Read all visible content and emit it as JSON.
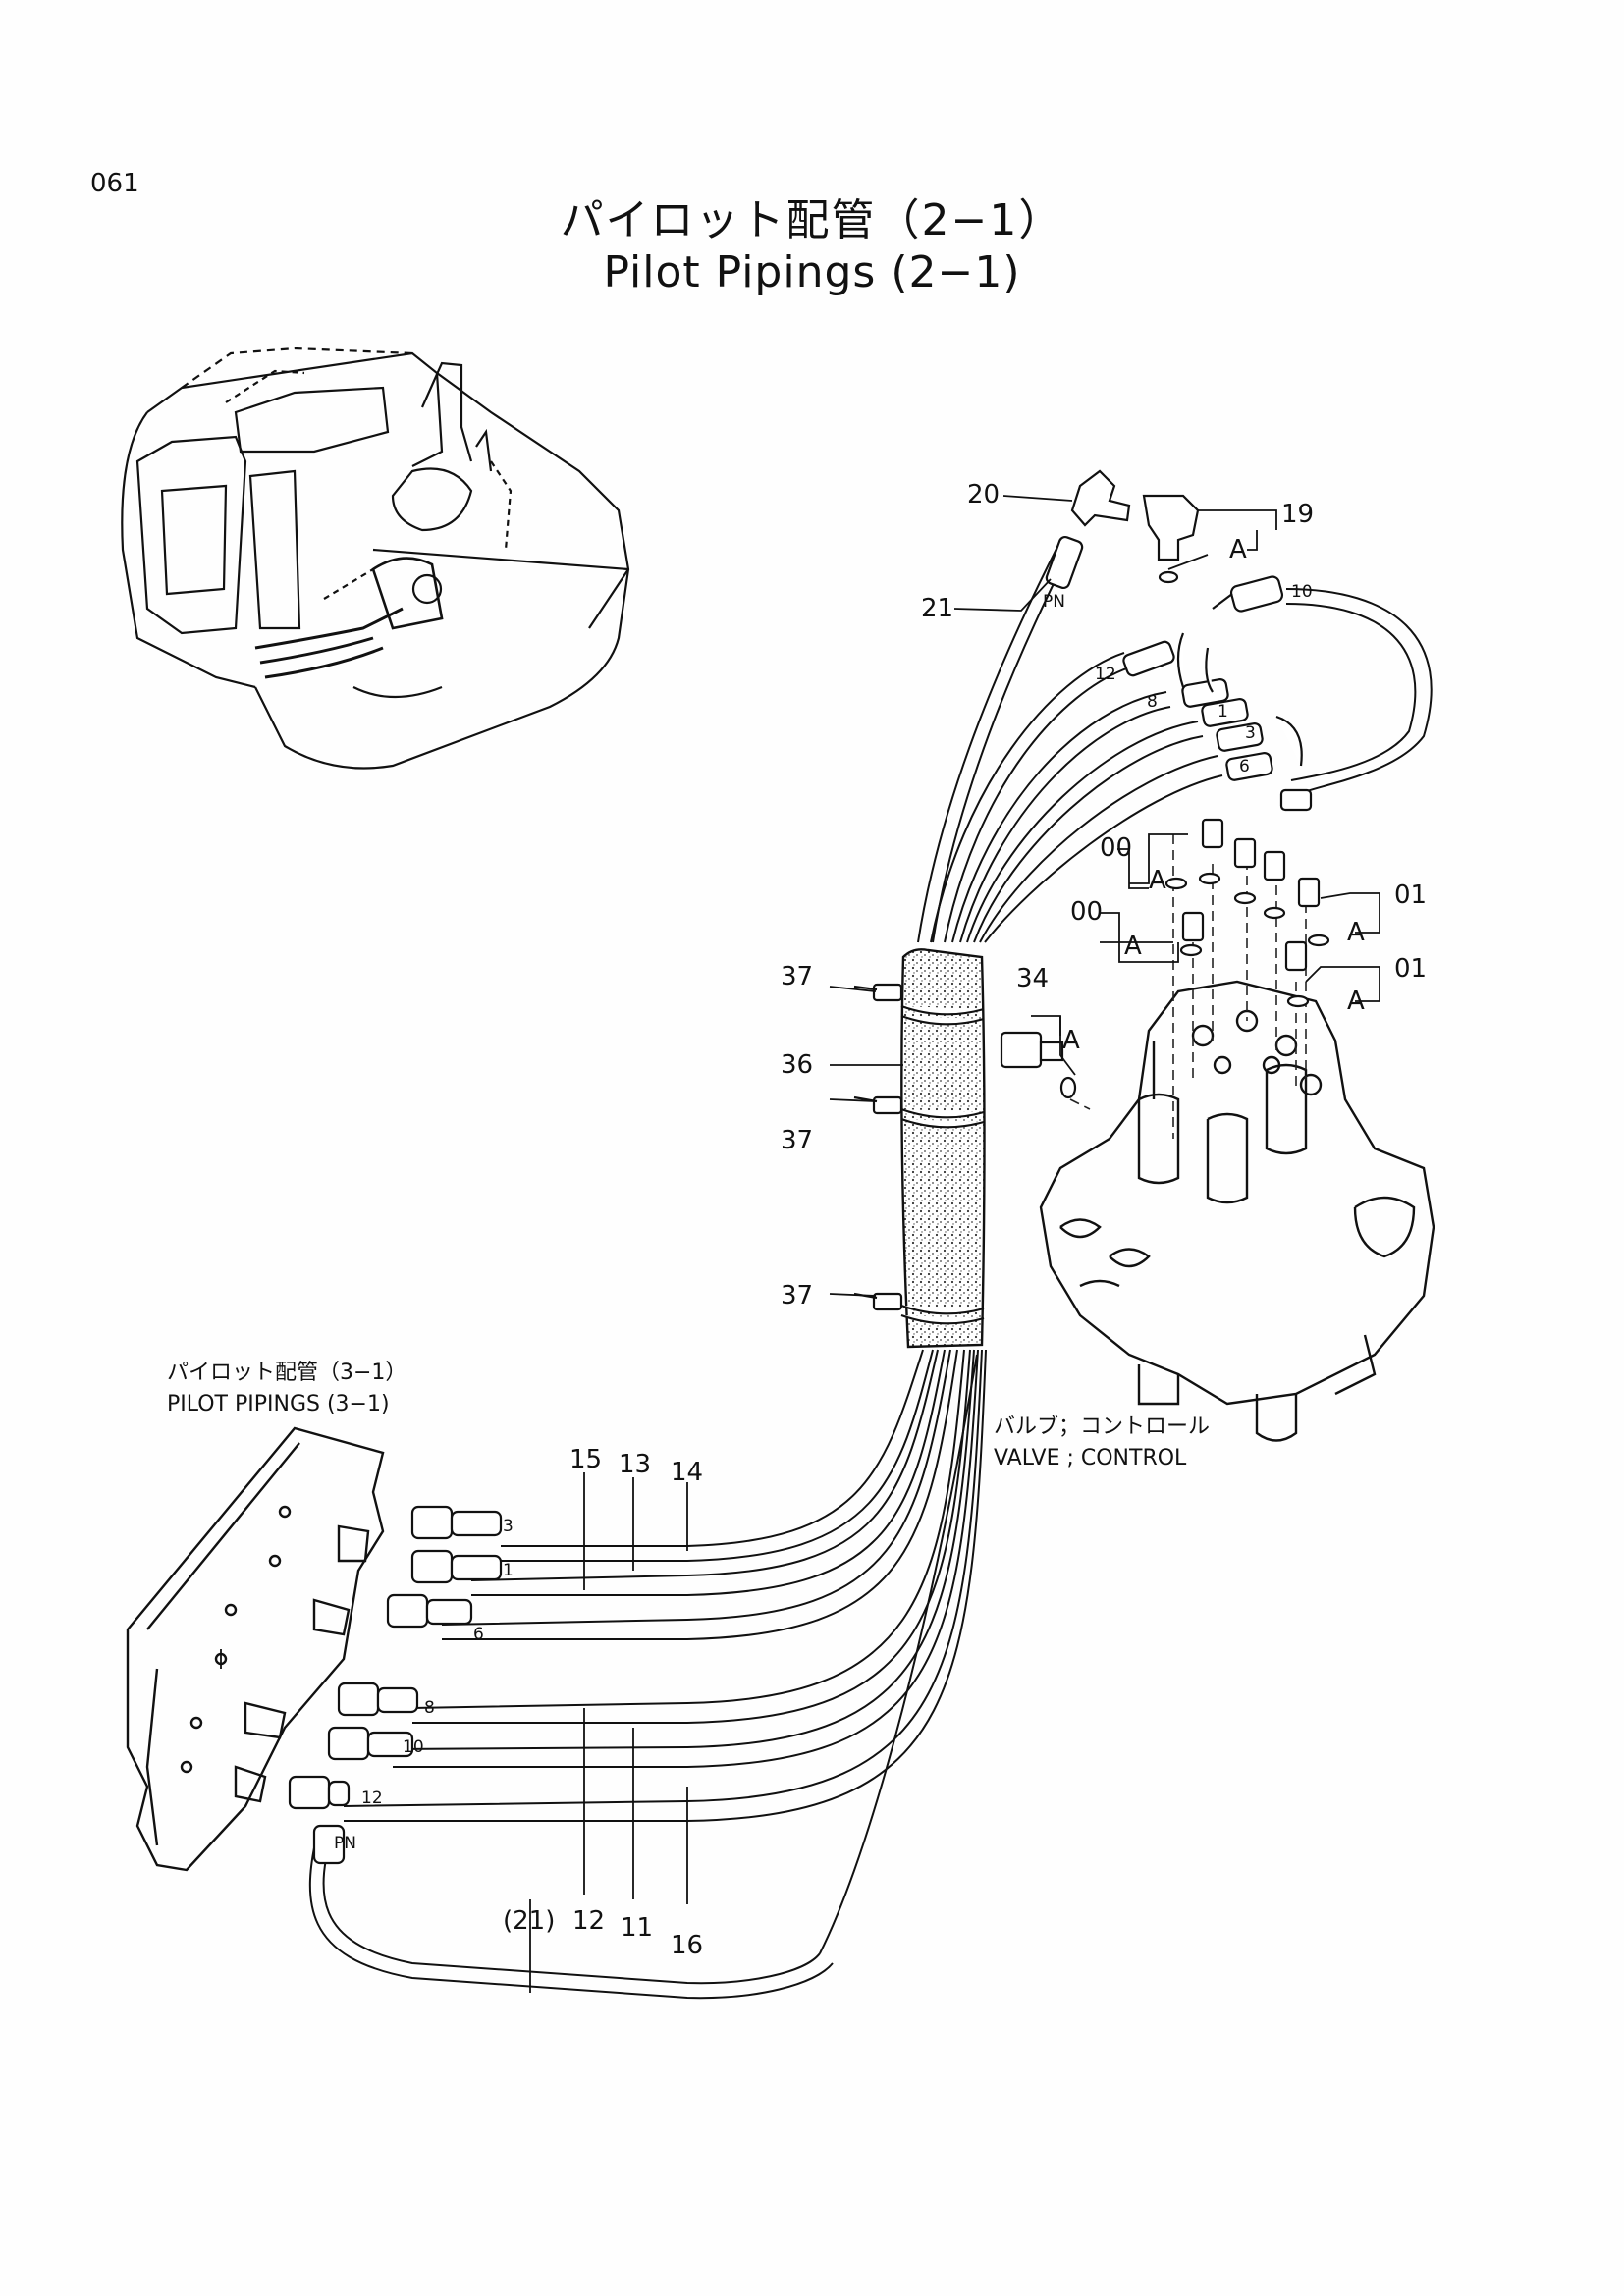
{
  "page": {
    "number": "061",
    "title_jp": "パイロット配管（2−1）",
    "title_en": "Pilot Pipings (2−1)"
  },
  "notes": {
    "pilot_ref_jp": "パイロット配管（3−1）",
    "pilot_ref_en": "PILOT PIPINGS (3−1)",
    "valve_jp": "バルブ；コントロール",
    "valve_en": "VALVE ; CONTROL"
  },
  "callouts": {
    "c20": "20",
    "c19": "19",
    "c21": "21",
    "c10": "10",
    "c12": "12",
    "c8": "8",
    "c00a": "00",
    "c00b": "00",
    "c01a": "01",
    "c01b": "01",
    "c34": "34",
    "c37a": "37",
    "c36": "36",
    "c37b": "37",
    "c37c": "37",
    "c15": "15",
    "c13": "13",
    "c14": "14",
    "c12b": "12",
    "c11": "11",
    "c16": "16",
    "c21b": "(21)"
  },
  "markers": {
    "a1": "A",
    "a2": "A",
    "a3": "A",
    "a4": "A",
    "a5": "A",
    "a6": "A",
    "pn_top": "PN",
    "pn_bottom": "PN"
  },
  "hose_numbers": {
    "top": [
      "1",
      "3",
      "6"
    ],
    "bottom": [
      "3",
      "1",
      "6",
      "8",
      "10",
      "12"
    ]
  }
}
